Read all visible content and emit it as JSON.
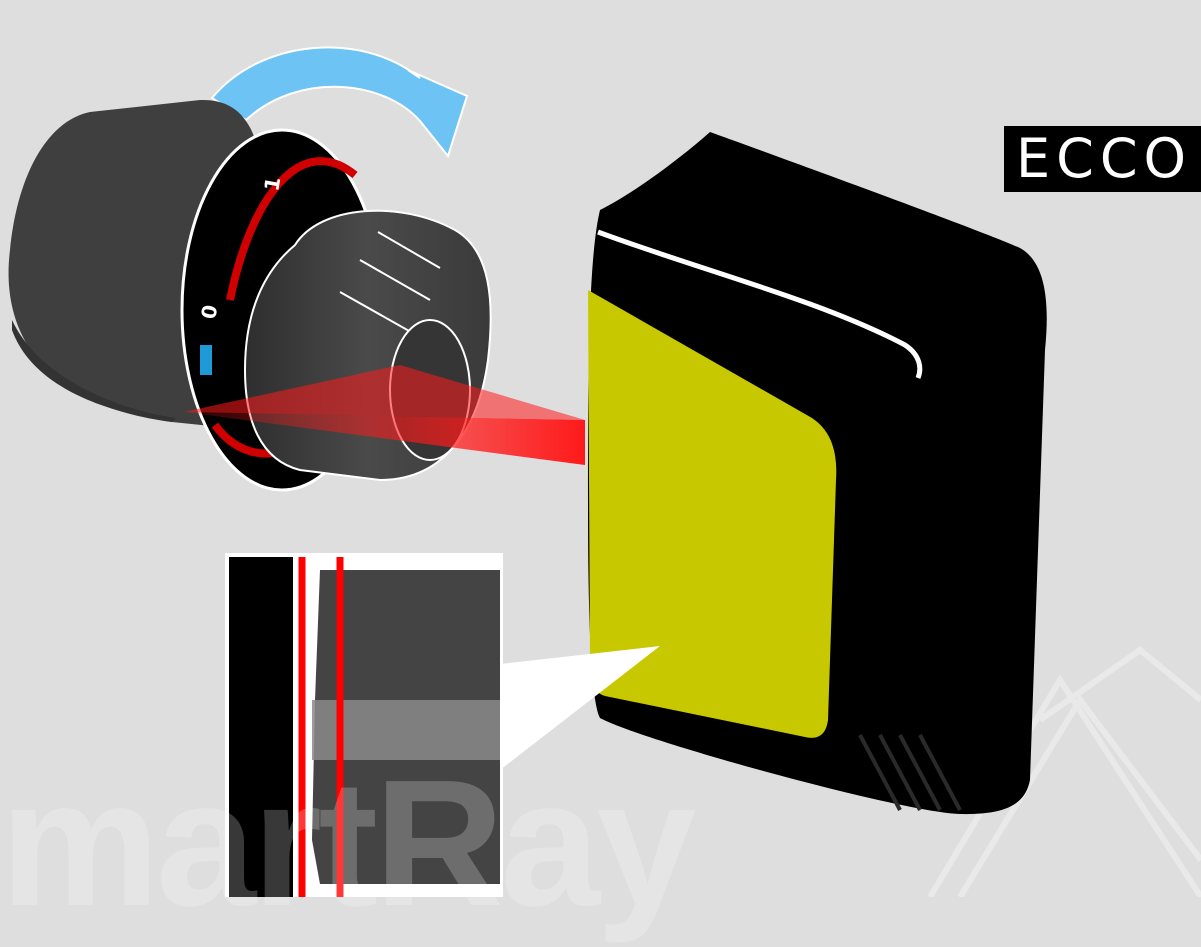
{
  "brand": {
    "name": "ECCO",
    "accent_color": "#c8c800"
  },
  "watermark": {
    "text": "martRay"
  },
  "colors": {
    "sensor_body": "#000000",
    "sensor_face": "#c8c800",
    "laser": "#ff1a1a",
    "arrow": "#6ec3f5",
    "knob": "#3f3f3f",
    "background": "#dedede"
  },
  "icons": [
    "rotate-arrow-icon"
  ],
  "dial": {
    "markings": [
      "1",
      "0"
    ]
  }
}
